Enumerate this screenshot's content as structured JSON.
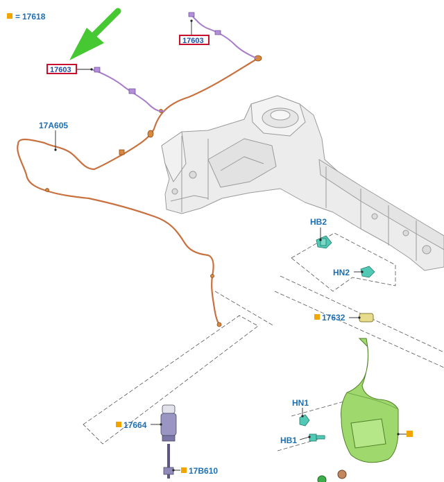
{
  "legend": {
    "marker_color": "#f0a500",
    "prefix": "=",
    "part": "17618"
  },
  "callouts": {
    "harness_top": "17603",
    "harness_left": "17603",
    "washer_hose": "17A605",
    "bracket_hb2": "HB2",
    "nut_hn2": "HN2",
    "filler_cap": "17632",
    "nut_hn1": "HN1",
    "bolt_hb1": "HB1",
    "pump": "17664",
    "pump_connector": "17B610"
  },
  "colors": {
    "label_text": "#1d6fb3",
    "highlight_border": "#c8102e",
    "marker": "#f0a500",
    "arrow": "#45c832",
    "hose": "#c8713f",
    "harness": "#a77cc9",
    "reservoir": "#9fd86d",
    "bracket": "#52c9b4",
    "frame": "#ececec"
  }
}
